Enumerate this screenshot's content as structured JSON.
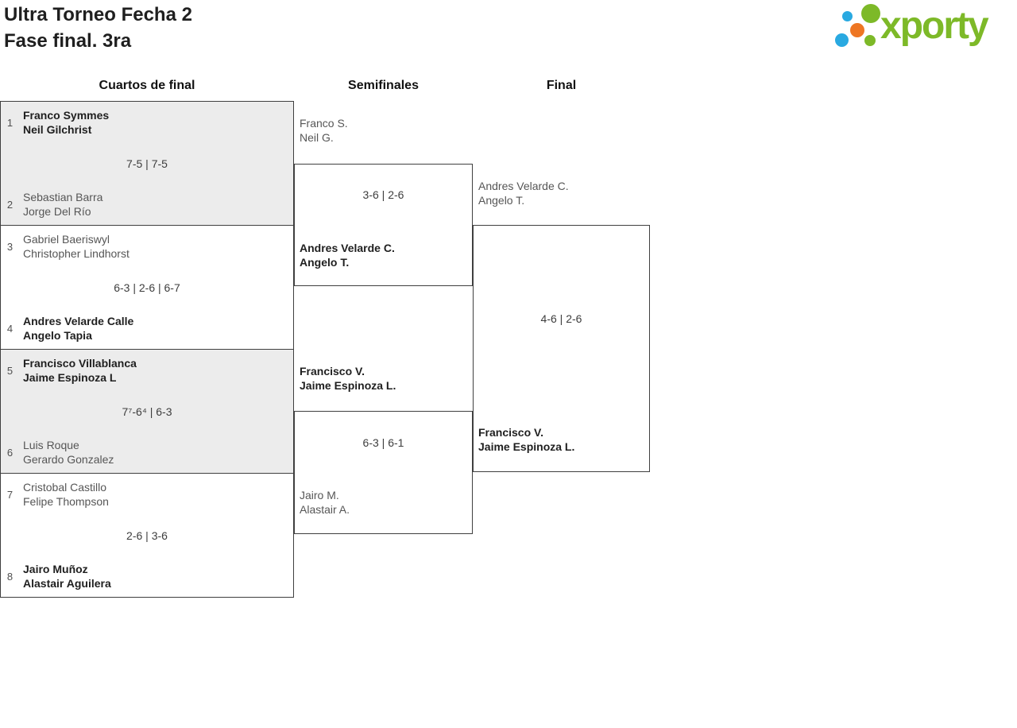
{
  "title": {
    "line1": "Ultra Torneo Fecha 2",
    "line2": "Fase final. 3ra"
  },
  "logo": {
    "wordmark": "xporty"
  },
  "headers": {
    "quarterfinals": "Cuartos de final",
    "semifinals": "Semifinales",
    "final": "Final"
  },
  "rounds": {
    "quarterfinals": [
      {
        "seed_top": "1",
        "top_name_1": "Franco Symmes",
        "top_name_2": "Neil Gilchrist",
        "top_winner": true,
        "score": "7-5 | 7-5",
        "seed_bottom": "2",
        "bottom_name_1": "Sebastian Barra",
        "bottom_name_2": "Jorge Del Río",
        "bottom_winner": false
      },
      {
        "seed_top": "3",
        "top_name_1": "Gabriel Baeriswyl",
        "top_name_2": "Christopher Lindhorst",
        "top_winner": false,
        "score": "6-3 | 2-6 | 6-7",
        "seed_bottom": "4",
        "bottom_name_1": "Andres Velarde Calle",
        "bottom_name_2": "Angelo Tapia",
        "bottom_winner": true
      },
      {
        "seed_top": "5",
        "top_name_1": "Francisco Villablanca",
        "top_name_2": "Jaime Espinoza L",
        "top_winner": true,
        "score": "7⁷-6⁴ | 6-3",
        "seed_bottom": "6",
        "bottom_name_1": "Luis Roque",
        "bottom_name_2": "Gerardo Gonzalez",
        "bottom_winner": false
      },
      {
        "seed_top": "7",
        "top_name_1": "Cristobal Castillo",
        "top_name_2": "Felipe Thompson",
        "top_winner": false,
        "score": "2-6 | 3-6",
        "seed_bottom": "8",
        "bottom_name_1": "Jairo Muñoz",
        "bottom_name_2": "Alastair Aguilera",
        "bottom_winner": true
      }
    ],
    "semifinals": [
      {
        "top_name_1": "Franco S.",
        "top_name_2": "Neil G.",
        "top_winner": false,
        "score": "3-6 | 2-6",
        "bottom_name_1": "Andres Velarde C.",
        "bottom_name_2": "Angelo T.",
        "bottom_winner": true
      },
      {
        "top_name_1": "Francisco V.",
        "top_name_2": "Jaime Espinoza L.",
        "top_winner": true,
        "score": "6-3 | 6-1",
        "bottom_name_1": "Jairo M.",
        "bottom_name_2": "Alastair A.",
        "bottom_winner": false
      }
    ],
    "final": {
      "top_name_1": "Andres Velarde C.",
      "top_name_2": "Angelo T.",
      "top_winner": false,
      "score": "4-6 | 2-6",
      "bottom_name_1": "Francisco V.",
      "bottom_name_2": "Jaime Espinoza L.",
      "bottom_winner": true
    }
  },
  "colors": {
    "brand_green": "#7db928",
    "dot_blue": "#29a9e1",
    "dot_orange": "#ee7623",
    "winner_text": "#1f1f1f",
    "loser_text": "#565656",
    "score_text": "#3d3d3d",
    "box_fill_shaded": "#ececec",
    "box_border": "#3f3f3f"
  }
}
